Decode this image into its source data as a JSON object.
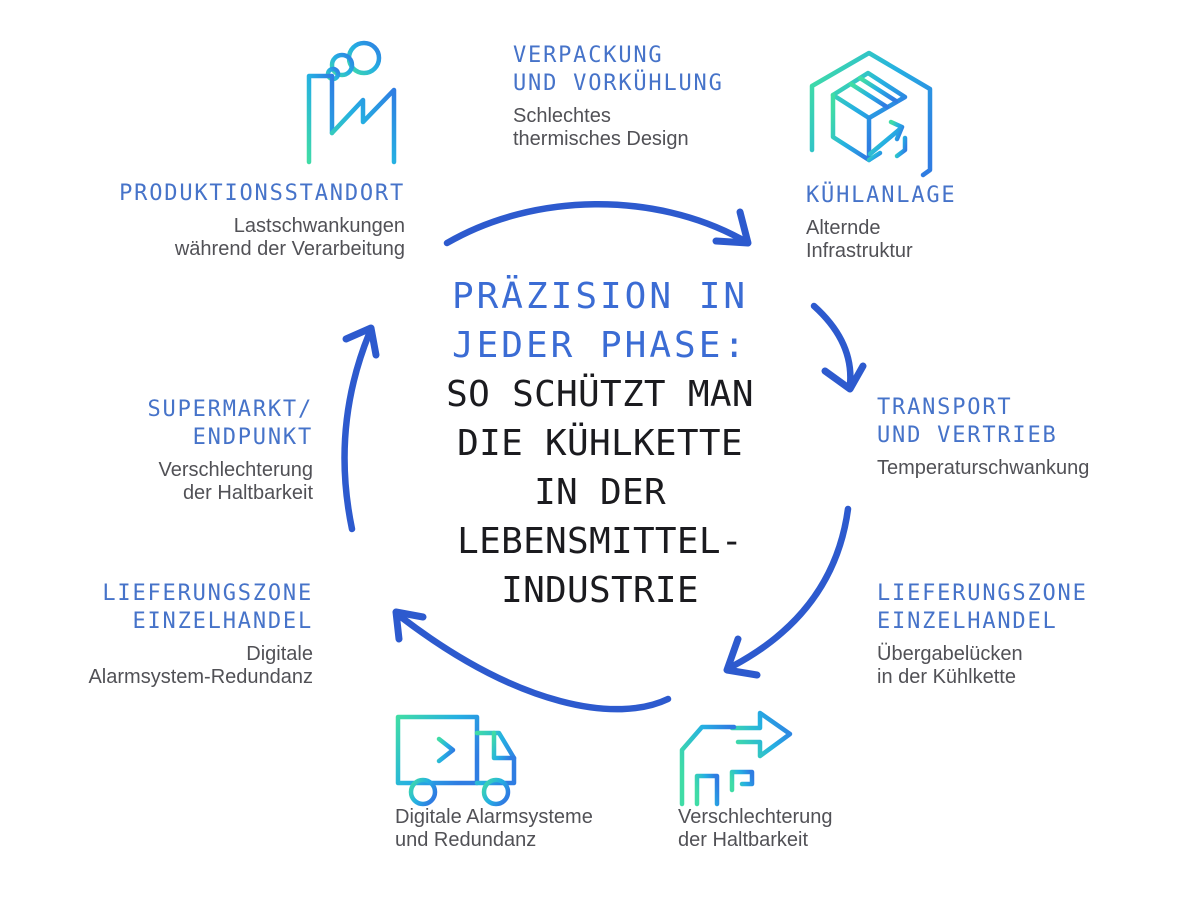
{
  "diagram": {
    "language": "de",
    "center_title": {
      "accent_lines": [
        "PRÄZISION IN",
        "JEDER PHASE:"
      ],
      "main_lines": [
        "SO SCHÜTZT MAN",
        "DIE KÜHLKETTE",
        "IN DER",
        "LEBENSMITTEL-",
        "INDUSTRIE"
      ]
    },
    "stages": {
      "produktionsstandort": {
        "label": [
          "PRODUKTIONSSTANDORT"
        ],
        "desc": [
          "Lastschwankungen",
          "während der Verarbeitung"
        ],
        "icon": "factory-icon"
      },
      "verpackung": {
        "label": [
          "VERPACKUNG",
          "UND VORKÜHLUNG"
        ],
        "desc": [
          "Schlechtes",
          "thermisches Design"
        ]
      },
      "kuehlanlage": {
        "label": [
          "KÜHLANLAGE"
        ],
        "desc": [
          "Alternde",
          "Infrastruktur"
        ],
        "icon": "package-box-icon"
      },
      "transport": {
        "label": [
          "TRANSPORT",
          "UND VERTRIEB"
        ],
        "desc": [
          "Temperaturschwankung"
        ]
      },
      "lieferungszone_rechts": {
        "label": [
          "LIEFERUNGSZONE",
          "EINZELHANDEL"
        ],
        "desc": [
          "Übergabelücken",
          "in der Kühlkette"
        ]
      },
      "warenausgang": {
        "desc": [
          "Verschlechterung",
          "der Haltbarkeit"
        ],
        "icon": "warehouse-arrow-icon"
      },
      "lieferwagen": {
        "desc": [
          "Digitale Alarmsysteme",
          "und Redundanz"
        ],
        "icon": "delivery-truck-icon"
      },
      "lieferungszone_links": {
        "label": [
          "LIEFERUNGSZONE",
          "EINZELHANDEL"
        ],
        "desc": [
          "Digitale",
          "Alarmsystem-Redundanz"
        ]
      },
      "supermarkt": {
        "label": [
          "SUPERMARKT/",
          "ENDPUNKT"
        ],
        "desc": [
          "Verschlechterung",
          "der Haltbarkeit"
        ]
      }
    },
    "colors": {
      "background": "#ffffff",
      "heading_blue": "#4673c9",
      "title_accent_blue": "#3b6cd4",
      "title_dark": "#1b1b1f",
      "body_gray": "#515156",
      "arrow_blue": "#2d5ace",
      "icon_gradient_start": "#40dca6",
      "icon_gradient_mid": "#25b0e2",
      "icon_gradient_end": "#2f7de2"
    }
  }
}
